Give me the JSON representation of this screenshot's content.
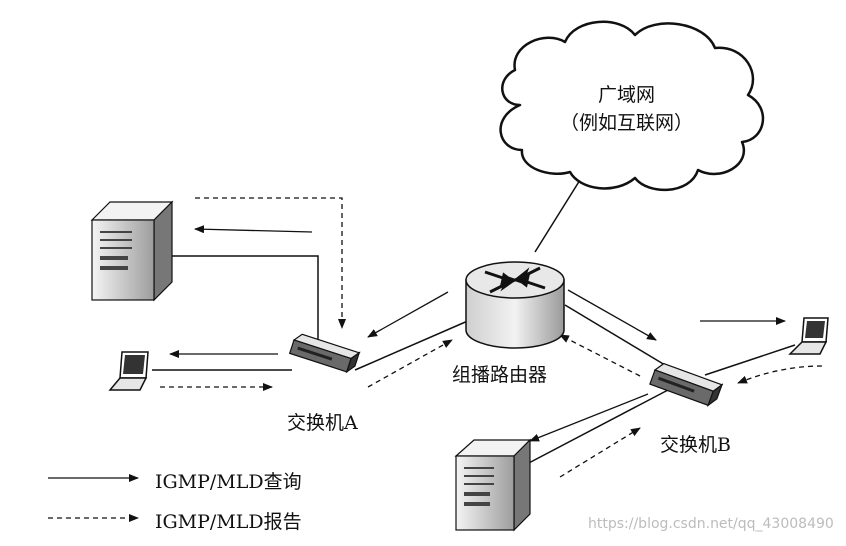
{
  "cloud": {
    "title": "广域网",
    "subtitle": "（例如互联网）"
  },
  "router": {
    "label": "组播路由器"
  },
  "switch_a": {
    "label": "交换机A"
  },
  "switch_b": {
    "label": "交换机B"
  },
  "legend": {
    "query": "IGMP/MLD查询",
    "report": "IGMP/MLD报告"
  },
  "watermark": "https://blog.csdn.net/qq_43008490",
  "icons": [
    "cloud-icon",
    "router-icon",
    "switch-icon",
    "server-icon",
    "laptop-icon"
  ]
}
